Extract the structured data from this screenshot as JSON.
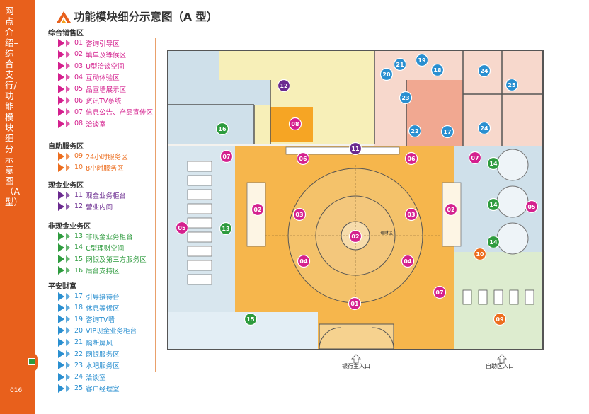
{
  "sidebar": {
    "title": "网点介绍–综合支行/功能模块细分示意图（A型）",
    "page_number": "016"
  },
  "header": {
    "title": "功能模块细分示意图（A 型）"
  },
  "colors": {
    "sidebar": "#e8601c",
    "magenta": "#d4208e",
    "orange": "#ec6d1e",
    "purple": "#6a2a8f",
    "green": "#2e9b3e",
    "blue": "#2a8fd0"
  },
  "legend": [
    {
      "category": "综合销售区",
      "color": "#d4208e",
      "items": [
        {
          "num": "01",
          "label": "咨询引导区"
        },
        {
          "num": "02",
          "label": "填单及等候区"
        },
        {
          "num": "03",
          "label": "U型洽谈空间"
        },
        {
          "num": "04",
          "label": "互动体验区"
        },
        {
          "num": "05",
          "label": "品宣墙展示区"
        },
        {
          "num": "06",
          "label": "资讯TV系统"
        },
        {
          "num": "07",
          "label": "信息公告、产品宣传区"
        },
        {
          "num": "08",
          "label": "洽谈室"
        }
      ]
    },
    {
      "category": "自助服务区",
      "color": "#ec6d1e",
      "items": [
        {
          "num": "09",
          "label": "24小时服务区"
        },
        {
          "num": "10",
          "label": "8小时服务区"
        }
      ]
    },
    {
      "category": "现金业务区",
      "color": "#6a2a8f",
      "items": [
        {
          "num": "11",
          "label": "现金业务柜台"
        },
        {
          "num": "12",
          "label": "营业内间"
        }
      ]
    },
    {
      "category": "非现金业务区",
      "color": "#2e9b3e",
      "items": [
        {
          "num": "13",
          "label": "非现金业务柜台"
        },
        {
          "num": "14",
          "label": "C型理财空间"
        },
        {
          "num": "15",
          "label": "网银及第三方服务区"
        },
        {
          "num": "16",
          "label": "后台支持区"
        }
      ]
    },
    {
      "category": "平安财富",
      "color": "#2a8fd0",
      "items": [
        {
          "num": "17",
          "label": "引导接待台"
        },
        {
          "num": "18",
          "label": "休息等候区"
        },
        {
          "num": "19",
          "label": "咨询TV墙"
        },
        {
          "num": "20",
          "label": "VIP现金业务柜台"
        },
        {
          "num": "21",
          "label": "隔断屏风"
        },
        {
          "num": "22",
          "label": "网银服务区"
        },
        {
          "num": "23",
          "label": "水吧服务区"
        },
        {
          "num": "24",
          "label": "洽谈室"
        },
        {
          "num": "25",
          "label": "客户经理室"
        }
      ]
    }
  ],
  "plan": {
    "main_entrance_label": "银行主入口",
    "self_service_entrance_label": "自助区入口",
    "center_desk_label": "理财区",
    "markers": [
      {
        "num": "01",
        "color": "#d4208e"
      },
      {
        "num": "02",
        "color": "#d4208e"
      },
      {
        "num": "02",
        "color": "#d4208e"
      },
      {
        "num": "02",
        "color": "#d4208e"
      },
      {
        "num": "03",
        "color": "#d4208e"
      },
      {
        "num": "03",
        "color": "#d4208e"
      },
      {
        "num": "04",
        "color": "#d4208e"
      },
      {
        "num": "04",
        "color": "#d4208e"
      },
      {
        "num": "05",
        "color": "#d4208e"
      },
      {
        "num": "05",
        "color": "#d4208e"
      },
      {
        "num": "06",
        "color": "#d4208e"
      },
      {
        "num": "06",
        "color": "#d4208e"
      },
      {
        "num": "07",
        "color": "#d4208e"
      },
      {
        "num": "07",
        "color": "#d4208e"
      },
      {
        "num": "07",
        "color": "#d4208e"
      },
      {
        "num": "08",
        "color": "#d4208e"
      },
      {
        "num": "09",
        "color": "#ec6d1e"
      },
      {
        "num": "10",
        "color": "#ec6d1e"
      },
      {
        "num": "11",
        "color": "#6a2a8f"
      },
      {
        "num": "12",
        "color": "#6a2a8f"
      },
      {
        "num": "13",
        "color": "#2e9b3e"
      },
      {
        "num": "14",
        "color": "#2e9b3e"
      },
      {
        "num": "14",
        "color": "#2e9b3e"
      },
      {
        "num": "14",
        "color": "#2e9b3e"
      },
      {
        "num": "15",
        "color": "#2e9b3e"
      },
      {
        "num": "16",
        "color": "#2e9b3e"
      },
      {
        "num": "17",
        "color": "#2a8fd0"
      },
      {
        "num": "18",
        "color": "#2a8fd0"
      },
      {
        "num": "19",
        "color": "#2a8fd0"
      },
      {
        "num": "20",
        "color": "#2a8fd0"
      },
      {
        "num": "21",
        "color": "#2a8fd0"
      },
      {
        "num": "22",
        "color": "#2a8fd0"
      },
      {
        "num": "23",
        "color": "#2a8fd0"
      },
      {
        "num": "24",
        "color": "#2a8fd0"
      },
      {
        "num": "24",
        "color": "#2a8fd0"
      },
      {
        "num": "25",
        "color": "#2a8fd0"
      }
    ]
  }
}
